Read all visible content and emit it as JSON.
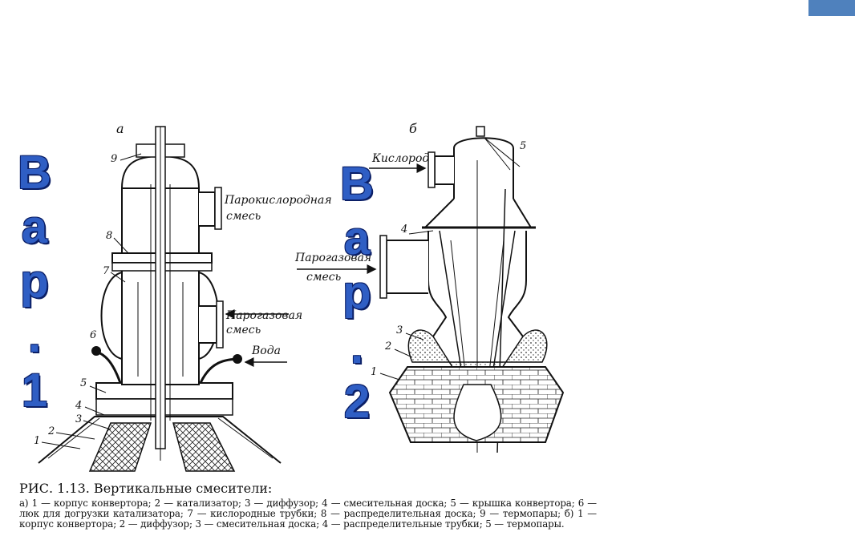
{
  "header": {
    "accent_color": "#4f81bd"
  },
  "variant_labels": {
    "left": [
      "В",
      "а",
      "р",
      ".",
      "1"
    ],
    "right": [
      "В",
      "а",
      "р",
      ".",
      "2"
    ],
    "color": "#2f5ec4"
  },
  "diagram_a": {
    "letter": "а",
    "numbers": [
      "1",
      "2",
      "3",
      "4",
      "5",
      "6",
      "7",
      "8",
      "9"
    ],
    "steam_oxygen": {
      "line1": "Парокислородная",
      "line2": "смесь"
    },
    "steam_gas": {
      "line1": "Парогазовая",
      "line2": "смесь"
    },
    "water": "Вода"
  },
  "diagram_b": {
    "letter": "б",
    "numbers": [
      "1",
      "2",
      "3",
      "4",
      "5"
    ],
    "oxygen": "Кислород",
    "steam_gas": {
      "line1": "Парогазовая",
      "line2": "смесь"
    }
  },
  "caption": {
    "title": "РИС. 1.13. Вертикальные смесители:",
    "text": "а) 1 — корпус конвертора; 2 — катализатор; 3 — диффузор; 4 — смесительная доска; 5 — крышка конвертора; 6 — люк для догрузки катализатора; 7 — кислородные трубки; 8 — распределительная доска; 9 — термопары; б) 1 — корпус конвертора; 2 — диффузор; 3 — смесительная доска; 4 — распределительные трубки; 5 — термопары."
  }
}
